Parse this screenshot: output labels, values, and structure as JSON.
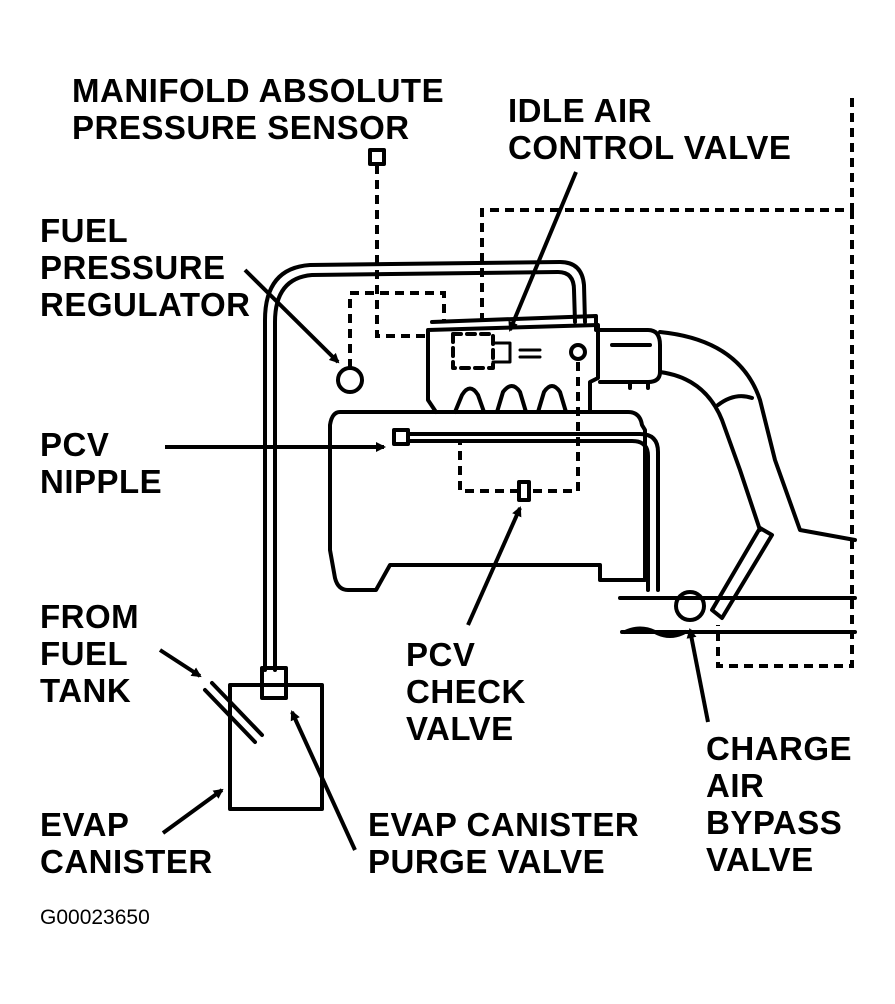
{
  "labels": {
    "map_sensor": [
      "MANIFOLD ABSOLUTE",
      "PRESSURE SENSOR"
    ],
    "idle_air": [
      "IDLE AIR",
      "CONTROL VALVE"
    ],
    "fuel_regulator": [
      "FUEL",
      "PRESSURE",
      "REGULATOR"
    ],
    "pcv_nipple": [
      "PCV",
      "NIPPLE"
    ],
    "from_fuel_tank": [
      "FROM",
      "FUEL",
      "TANK"
    ],
    "pcv_check": [
      "PCV",
      "CHECK",
      "VALVE"
    ],
    "charge_air": [
      "CHARGE",
      "AIR",
      "BYPASS",
      "VALVE"
    ],
    "evap_canister": [
      "EVAP",
      "CANISTER"
    ],
    "evap_purge": [
      "EVAP CANISTER",
      "PURGE VALVE"
    ]
  },
  "figure_code": "G00023650",
  "colors": {
    "ink": "#000000",
    "paper": "#ffffff"
  }
}
